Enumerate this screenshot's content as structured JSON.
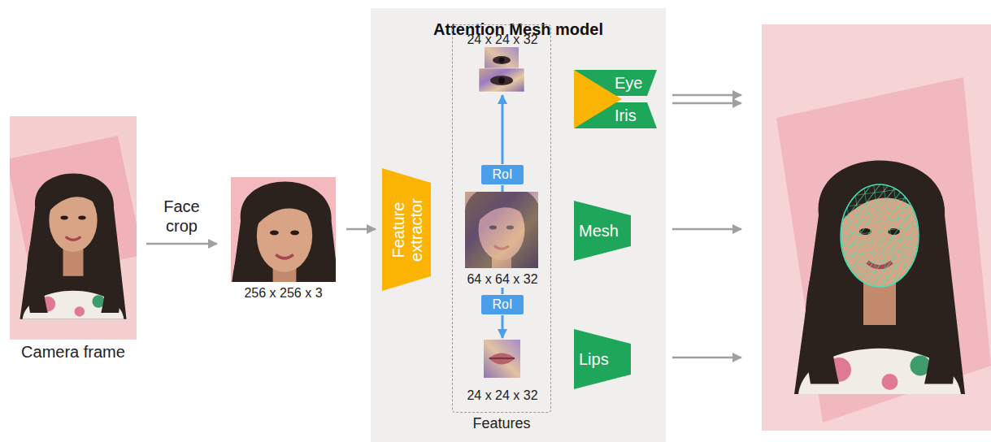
{
  "diagram": {
    "nodes": [
      {
        "text": [
          "Camera frame"
        ]
      },
      {
        "text": [
          "256 x 256 x 3"
        ]
      },
      {
        "text": [
          "Attention Mesh model"
        ]
      },
      {
        "text": [
          "Feature extractor"
        ],
        "in": 2
      },
      {
        "text": [
          "Features"
        ],
        "in": 2
      },
      {
        "text": [
          "24 x 24 x 32"
        ],
        "in": 4
      },
      {
        "text": [
          "RoI"
        ],
        "in": 4
      },
      {
        "text": [
          "64 x 64 x 32"
        ],
        "in": 4
      },
      {
        "text": [
          "RoI"
        ],
        "in": 4
      },
      {
        "text": [
          "24 x 24 x 32"
        ],
        "in": 4
      },
      {
        "text": [
          "Eye",
          "Iris"
        ],
        "in": 2
      },
      {
        "text": [
          "Mesh"
        ],
        "in": 2
      },
      {
        "text": [
          "Lips"
        ],
        "in": 2
      }
    ],
    "edges": [
      {
        "from": 0,
        "to": 1,
        "label": "Face crop",
        "arrow": "to"
      },
      {
        "from": 1,
        "to": 3,
        "arrow": "to"
      },
      {
        "from": 7,
        "to": 6,
        "arrow": "none"
      },
      {
        "from": 6,
        "to": 5,
        "arrow": "to"
      },
      {
        "from": 7,
        "to": 8,
        "arrow": "none"
      },
      {
        "from": 8,
        "to": 9,
        "arrow": "to"
      }
    ]
  }
}
